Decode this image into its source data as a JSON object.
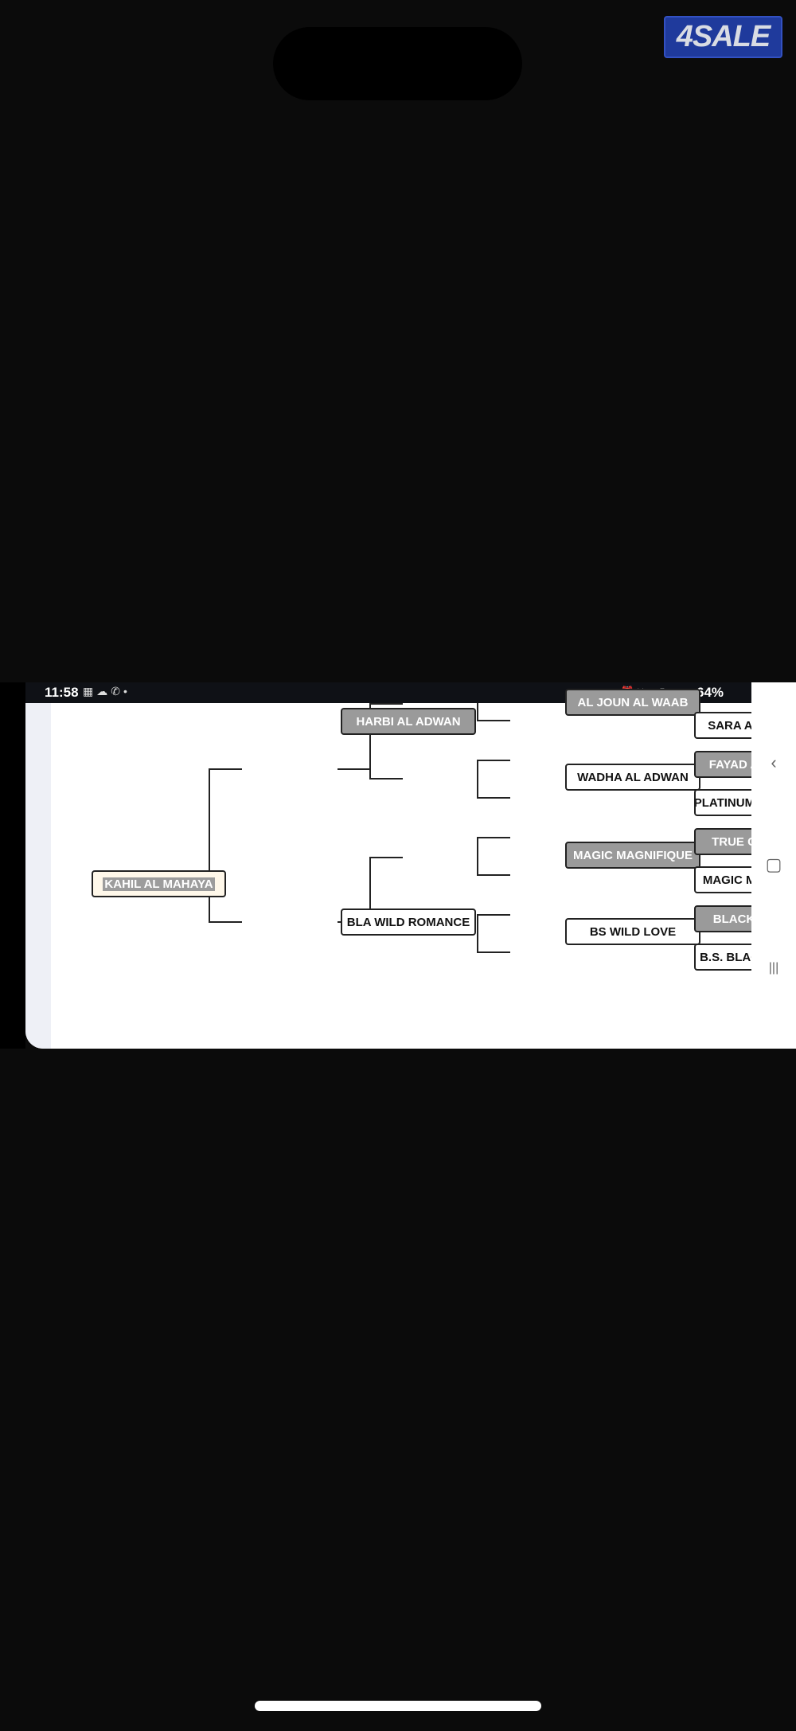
{
  "watermark": {
    "text": "4SALE"
  },
  "status_bar": {
    "time": "11:58",
    "left_icons": [
      "calendar-icon",
      "weather-icon",
      "viber-icon",
      "dot-icon"
    ],
    "right_icons": [
      "alarm-icon",
      "mute-icon",
      "volte-icon",
      "4g-icon",
      "signal-icon"
    ],
    "battery": "64%"
  },
  "pedigree": {
    "root": "KAHIL AL MAHAYA",
    "sire": "HARBI AL ADWAN",
    "dam": "BLA WILD ROMANCE",
    "gen3": [
      {
        "name": "AL JOUN AL WAAB",
        "style": "gray"
      },
      {
        "name": "WADHA AL ADWAN",
        "style": "white"
      },
      {
        "name": "MAGIC MAGNIFIQUE",
        "style": "gray"
      },
      {
        "name": "BS WILD LOVE",
        "style": "white"
      }
    ],
    "gen4": [
      {
        "name": "SARA AL",
        "style": "white"
      },
      {
        "name": "FAYAD A",
        "style": "gray"
      },
      {
        "name": "PLATINUM PS",
        "style": "white"
      },
      {
        "name": "TRUE C",
        "style": "gray"
      },
      {
        "name": "MAGIC MO",
        "style": "white"
      },
      {
        "name": "BLACK",
        "style": "gray"
      },
      {
        "name": "B.S. BLACK",
        "style": "white"
      }
    ]
  },
  "nav_bar": {
    "back": "‹",
    "home": "▢",
    "recents": "|||"
  }
}
